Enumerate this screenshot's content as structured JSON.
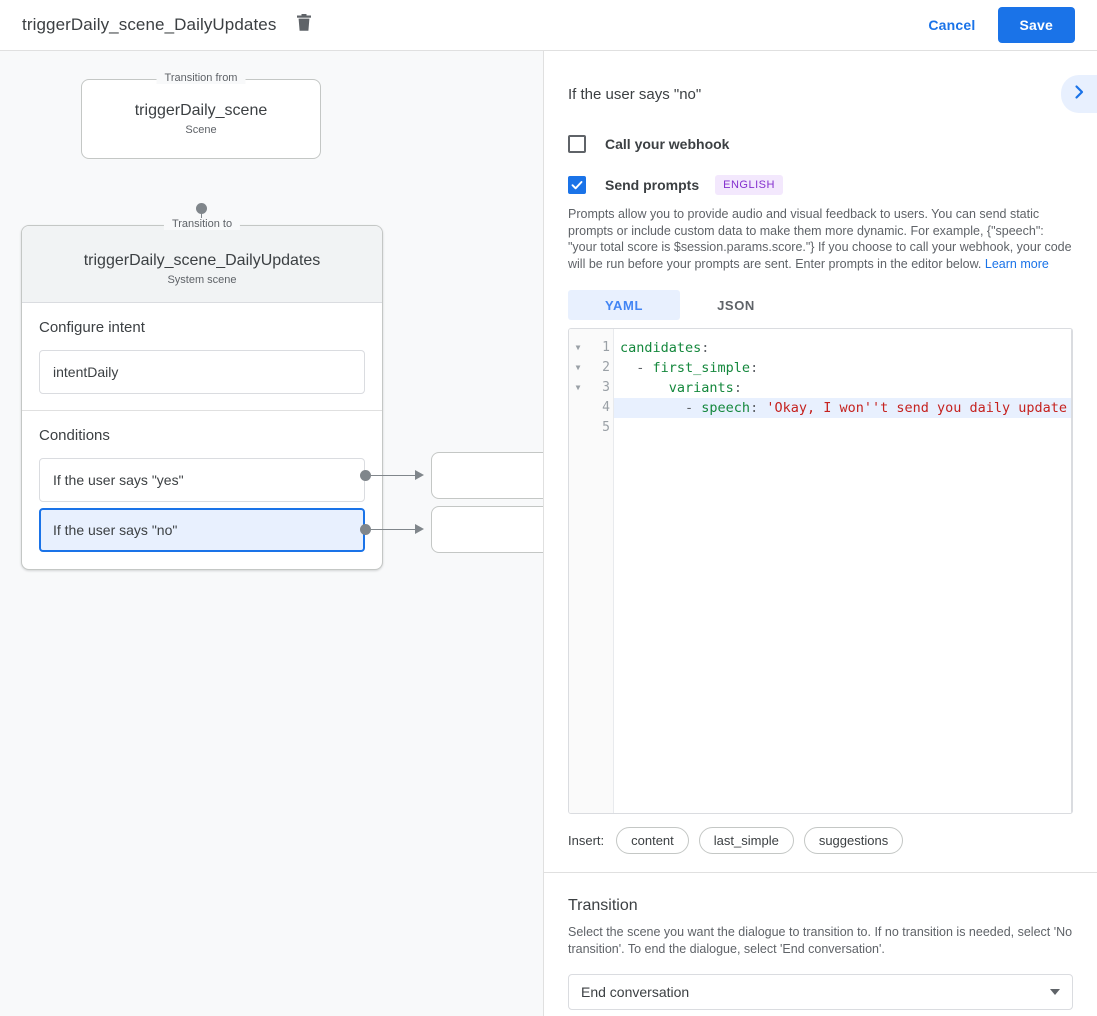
{
  "topbar": {
    "title": "triggerDaily_scene_DailyUpdates",
    "delete_icon": "trash-icon",
    "cancel_label": "Cancel",
    "save_label": "Save",
    "accent_color": "#1a73e8"
  },
  "canvas": {
    "from_legend": "Transition from",
    "from_node": {
      "title": "triggerDaily_scene",
      "subtitle": "Scene"
    },
    "to_legend": "Transition to",
    "to_node": {
      "title": "triggerDaily_scene_DailyUpdates",
      "subtitle": "System scene"
    },
    "intent_section": {
      "title": "Configure intent",
      "value": "intentDaily"
    },
    "conditions_section": {
      "title": "Conditions",
      "items": [
        {
          "label": "If the user says \"yes\"",
          "selected": false
        },
        {
          "label": "If the user says \"no\"",
          "selected": true
        }
      ]
    },
    "selected_color": "#e8f0fe",
    "selected_border": "#1a73e8"
  },
  "panel": {
    "title": "If the user says \"no\"",
    "expand_icon": "chevron-right-icon",
    "webhook": {
      "label": "Call your webhook",
      "checked": false
    },
    "prompts": {
      "label": "Send prompts",
      "checked": true,
      "language_badge": "ENGLISH",
      "badge_bg": "#f3e8fd",
      "badge_color": "#8430ce",
      "description": "Prompts allow you to provide audio and visual feedback to users. You can send static prompts or include custom data to make them more dynamic. For example, {\"speech\": \"your total score is $session.params.score.\"} If you choose to call your webhook, your code will be run before your prompts are sent. Enter prompts in the editor below.",
      "learn_more": "Learn more"
    },
    "tabs": [
      {
        "label": "YAML",
        "active": true
      },
      {
        "label": "JSON",
        "active": false
      }
    ],
    "editor": {
      "line_numbers": [
        "1",
        "2",
        "3",
        "4",
        "5"
      ],
      "fold_markers": [
        true,
        true,
        true,
        false,
        false
      ],
      "highlighted_line": 4,
      "lines": [
        {
          "n": 1,
          "segments": [
            {
              "t": "candidates",
              "c": "k"
            },
            {
              "t": ":",
              "c": "p"
            }
          ]
        },
        {
          "n": 2,
          "segments": [
            {
              "t": "  - ",
              "c": "p"
            },
            {
              "t": "first_simple",
              "c": "k"
            },
            {
              "t": ":",
              "c": "p"
            }
          ]
        },
        {
          "n": 3,
          "segments": [
            {
              "t": "      ",
              "c": "p"
            },
            {
              "t": "variants",
              "c": "k"
            },
            {
              "t": ":",
              "c": "p"
            }
          ]
        },
        {
          "n": 4,
          "segments": [
            {
              "t": "        - ",
              "c": "p"
            },
            {
              "t": "speech",
              "c": "k"
            },
            {
              "t": ": ",
              "c": "p"
            },
            {
              "t": "'Okay, I won''t send you daily update",
              "c": "s"
            }
          ]
        },
        {
          "n": 5,
          "segments": []
        }
      ],
      "key_color": "#15883d",
      "string_color": "#c5221f",
      "highlight_color": "#e8f0fe"
    },
    "insert": {
      "label": "Insert:",
      "chips": [
        "content",
        "last_simple",
        "suggestions"
      ]
    },
    "transition": {
      "title": "Transition",
      "description": "Select the scene you want the dialogue to transition to. If no transition is needed, select 'No transition'. To end the dialogue, select 'End conversation'.",
      "selected_value": "End conversation",
      "caret_icon": "chevron-down-icon"
    }
  }
}
